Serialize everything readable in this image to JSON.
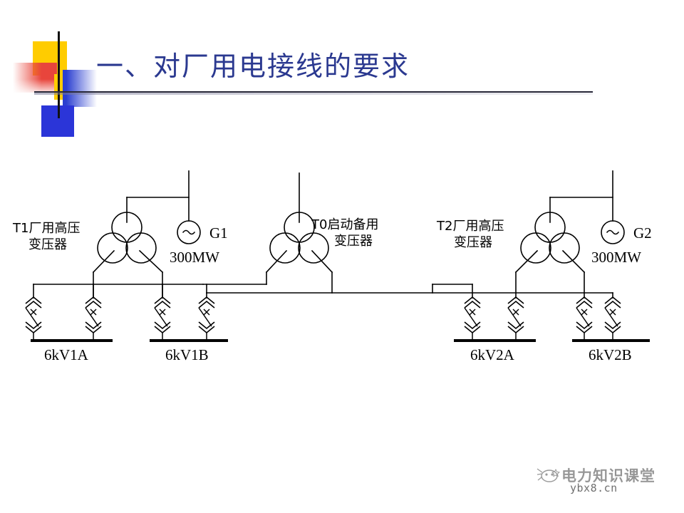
{
  "slide": {
    "title": "一、对厂用电接线的要求",
    "title_color": "#2B3990",
    "background": "#ffffff"
  },
  "decor": {
    "yellow": "#FFCC00",
    "red": "#E8453C",
    "blue": "#2B35D8",
    "blue_gradient": "#2B3FD0",
    "rule_color": "#2a2a3a"
  },
  "diagram": {
    "type": "single-line-electrical-diagram",
    "line_color": "#000000",
    "units": [
      {
        "id": "unit-1",
        "transformer": {
          "tag": "T1",
          "name_line1": "T1厂用高压",
          "name_line2": "变压器"
        },
        "generator": {
          "tag": "G1",
          "rating": "300MW",
          "symbol": "~"
        },
        "buses": [
          {
            "label": "6kV1A",
            "feeders": 2
          },
          {
            "label": "6kV1B",
            "feeders": 2
          }
        ]
      },
      {
        "id": "unit-0",
        "transformer": {
          "tag": "T0",
          "name_line1": "T0启动备用",
          "name_line2": "变压器"
        },
        "generator": null,
        "buses": []
      },
      {
        "id": "unit-2",
        "transformer": {
          "tag": "T2",
          "name_line1": "T2厂用高压",
          "name_line2": "变压器"
        },
        "generator": {
          "tag": "G2",
          "rating": "300MW",
          "symbol": "~"
        },
        "buses": [
          {
            "label": "6kV2A",
            "feeders": 2
          },
          {
            "label": "6kV2B",
            "feeders": 2
          }
        ]
      }
    ],
    "labels": {
      "t1_line1": "T1厂用高压",
      "t1_line2": "变压器",
      "t0_line1": "T0启动备用",
      "t0_line2": "变压器",
      "t2_line1": "T2厂用高压",
      "t2_line2": "变压器",
      "g1": "G1",
      "g1_rating": "300MW",
      "g2": "G2",
      "g2_rating": "300MW",
      "gen_symbol": "~",
      "bus_6kv1a": "6kV1A",
      "bus_6kv1b": "6kV1B",
      "bus_6kv2a": "6kV2A",
      "bus_6kv2b": "6kV2B"
    }
  },
  "watermark": {
    "text": "电力知识课堂",
    "site": "ybx8.cn"
  }
}
